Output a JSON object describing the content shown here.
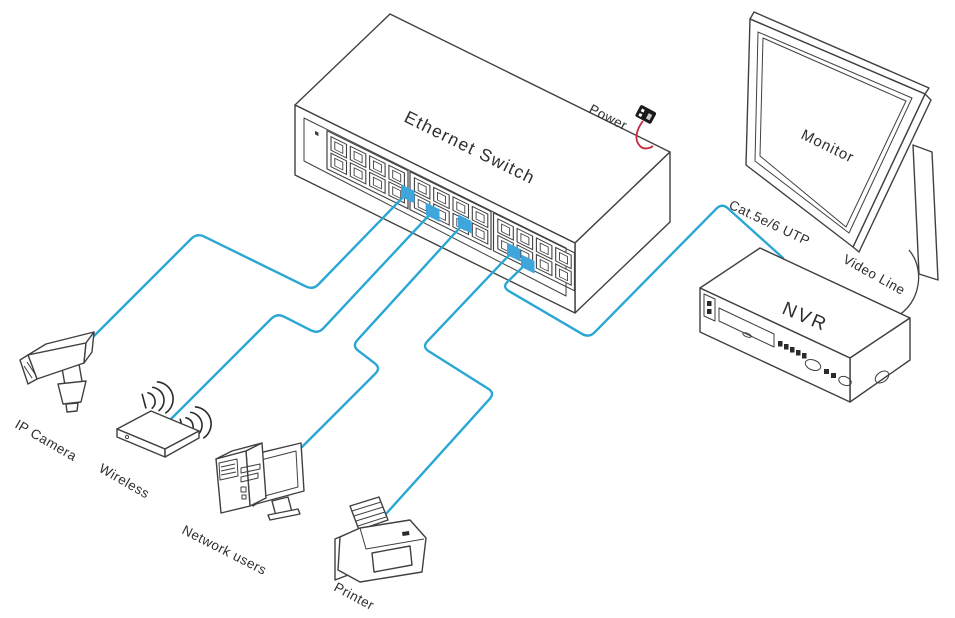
{
  "labels": {
    "switch": "Ethernet Switch",
    "power": "Power",
    "monitor": "Monitor",
    "nvr": "NVR",
    "utp": "Cat.5e/6 UTP",
    "video": "Video Line",
    "camera": "IP Camera",
    "wireless": "Wireless",
    "users": "Network users",
    "printer": "Printer"
  },
  "colors": {
    "cable": "#2aa7d4",
    "plug": "#3fa6dc",
    "ink": "#404040",
    "power_wire": "#c5283d"
  },
  "icons": [
    "ethernet-switch-icon",
    "rj45-port-icon",
    "power-plug-icon",
    "monitor-icon",
    "nvr-icon",
    "cctv-camera-icon",
    "wireless-router-icon",
    "wifi-waves-icon",
    "desktop-pc-icon",
    "printer-icon"
  ],
  "connections": [
    {
      "from": "IP Camera",
      "to": "Ethernet Switch"
    },
    {
      "from": "Wireless",
      "to": "Ethernet Switch"
    },
    {
      "from": "Network users",
      "to": "Ethernet Switch"
    },
    {
      "from": "Printer",
      "to": "Ethernet Switch"
    },
    {
      "from": "Ethernet Switch",
      "to": "NVR",
      "label": "Cat.5e/6 UTP"
    },
    {
      "from": "Monitor",
      "to": "NVR",
      "label": "Video Line"
    },
    {
      "from": "Power",
      "to": "Ethernet Switch"
    }
  ]
}
